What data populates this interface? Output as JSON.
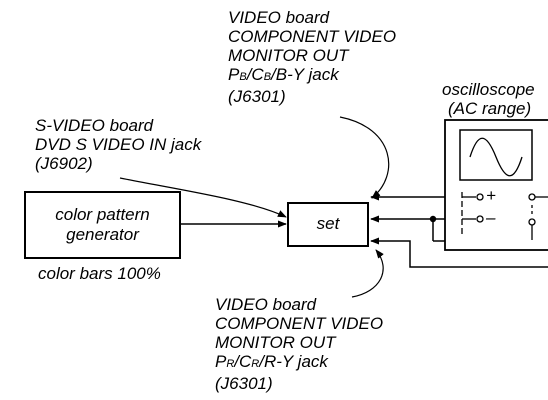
{
  "labels": {
    "video_top": {
      "line1": "VIDEO board",
      "line2": "COMPONENT VIDEO",
      "line3": "MONITOR OUT",
      "line4_prefix": "P",
      "line4_sub1": "B",
      "line4_mid1": "/C",
      "line4_sub2": "B",
      "line4_rest": "/B-Y jack",
      "line5": "(J6301)"
    },
    "svideo": {
      "line1": "S-VIDEO board",
      "line2": "DVD S VIDEO IN jack",
      "line3": "(J6902)"
    },
    "oscilloscope": {
      "line1": "oscilloscope",
      "line2": "(AC range)"
    },
    "generator": {
      "line1": "color pattern",
      "line2": "generator"
    },
    "set": "set",
    "color_bars": "color bars 100%",
    "video_bottom": {
      "line1": "VIDEO board",
      "line2": "COMPONENT VIDEO",
      "line3": "MONITOR OUT",
      "line4_prefix": "P",
      "line4_sub1": "R",
      "line4_mid1": "/C",
      "line4_sub2": "R",
      "line4_rest": "/R-Y jack",
      "line5": "(J6301)"
    },
    "plus": "+",
    "minus": "–"
  }
}
